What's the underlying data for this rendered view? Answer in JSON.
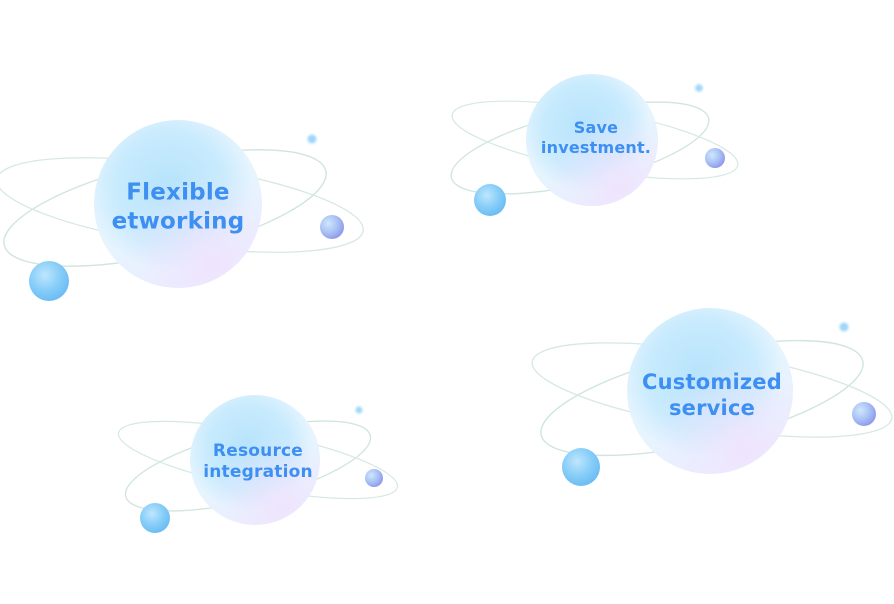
{
  "colors": {
    "label_text": "#3d8ff2",
    "orbit_line": "#cfe5e0",
    "planet_core": "#a9dcfb",
    "planet_edge": "#dff2fd",
    "planet_tint": "#e8dcfb",
    "moon_blue": "#7cc6f7",
    "moon_violet": "#9aa6ee"
  },
  "planets": [
    {
      "id": "flexible-networking",
      "line1": "Flexible",
      "line2": "etworking"
    },
    {
      "id": "save-investment",
      "line1": "Save",
      "line2": "investment."
    },
    {
      "id": "resource-integration",
      "line1": "Resource",
      "line2": "integration"
    },
    {
      "id": "customized-service",
      "line1": "Customized",
      "line2": "service"
    }
  ]
}
